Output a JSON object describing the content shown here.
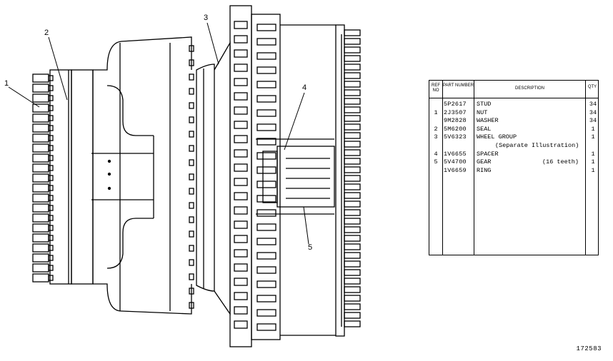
{
  "callouts": [
    "1",
    "2",
    "3",
    "4",
    "5"
  ],
  "table": {
    "headers": {
      "ref": "REF NO",
      "part": "PART NUMBER",
      "desc": "DESCRIPTION",
      "qty": "QTY"
    },
    "rows": [
      {
        "ref": "",
        "part": "5P2617",
        "desc": "STUD",
        "qty": "34"
      },
      {
        "ref": "1",
        "part": "2J3507",
        "desc": "NUT",
        "qty": "34"
      },
      {
        "ref": "",
        "part": "9M2828",
        "desc": "WASHER",
        "qty": "34"
      },
      {
        "ref": "2",
        "part": "5M6200",
        "desc": "SEAL",
        "qty": "1"
      },
      {
        "ref": "3",
        "part": "5V6323",
        "desc": "WHEEL GROUP",
        "qty": "1"
      },
      {
        "ref": "",
        "part": "",
        "desc": "(Separate Illustration)",
        "qty": ""
      },
      {
        "ref": "4",
        "part": "1V6655",
        "desc": "SPACER",
        "qty": "1"
      },
      {
        "ref": "5",
        "part": "5V4700",
        "desc": "GEAR",
        "desc_note": "(16 teeth)",
        "qty": "1"
      },
      {
        "ref": "",
        "part": "1V6659",
        "desc": "RING",
        "qty": "1"
      }
    ]
  },
  "figure_number": "172583"
}
